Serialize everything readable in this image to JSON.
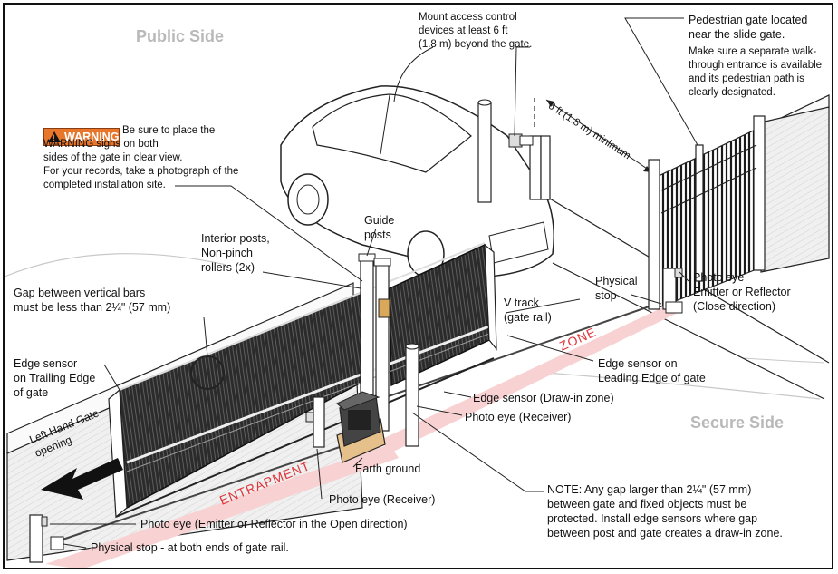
{
  "sides": {
    "public": "Public Side",
    "secure": "Secure Side"
  },
  "warning": {
    "badge": "WARNING",
    "text": "Be sure to place the\nWARNING signs on both\nsides of the gate in clear view.\nFor your records, take a photograph of the\ncompleted installation site."
  },
  "callouts": {
    "access_control": "Mount access control\ndevices at least 6 ft\n(1.8 m) beyond the gate.",
    "pedestrian_title": "Pedestrian gate located\nnear the slide gate.",
    "pedestrian_note": "Make sure a separate walk-\nthrough entrance is available\nand its pedestrian path is\nclearly designated.",
    "six_ft": "6 ft (1.8 m) minimum",
    "guide_posts": "Guide\nposts",
    "interior_posts": "Interior posts,\nNon-pinch\nrollers (2x)",
    "gap_bars": "Gap between vertical bars\nmust be less than 2¼\" (57 mm)",
    "physical_stop_right": "Physical\nstop",
    "photo_eye_close": "Photo eye\nEmitter or Reflector\n(Close direction)",
    "v_track": "V track\n(gate rail)",
    "edge_trailing": "Edge sensor\non Trailing Edge\nof gate",
    "edge_leading": "Edge sensor on\nLeading Edge of gate",
    "edge_drawin": "Edge sensor (Draw-in zone)",
    "photo_eye_receiver_right": "Photo eye (Receiver)",
    "earth_ground": "Earth ground",
    "photo_eye_receiver_mid": "Photo eye (Receiver)",
    "photo_eye_open": "Photo eye (Emitter or Reflector in the Open direction)",
    "physical_stop_bottom": "Physical stop - at both ends of gate rail.",
    "note": "NOTE: Any gap larger than 2¼\" (57 mm)\nbetween gate and fixed objects must be\nprotected. Install edge sensors where gap\nbetween post and gate creates a draw-in zone.",
    "left_opening": "Left Hand Gate\nopening"
  },
  "zones": {
    "zone": "ZONE",
    "entrapment": "ENTRAPMENT"
  },
  "colors": {
    "warning": "#e8762b",
    "zone": "#e0343a",
    "zone_fill": "#f7c9c9",
    "gate_fill": "#2a2a2a",
    "wall_fill": "#eeeeee"
  }
}
